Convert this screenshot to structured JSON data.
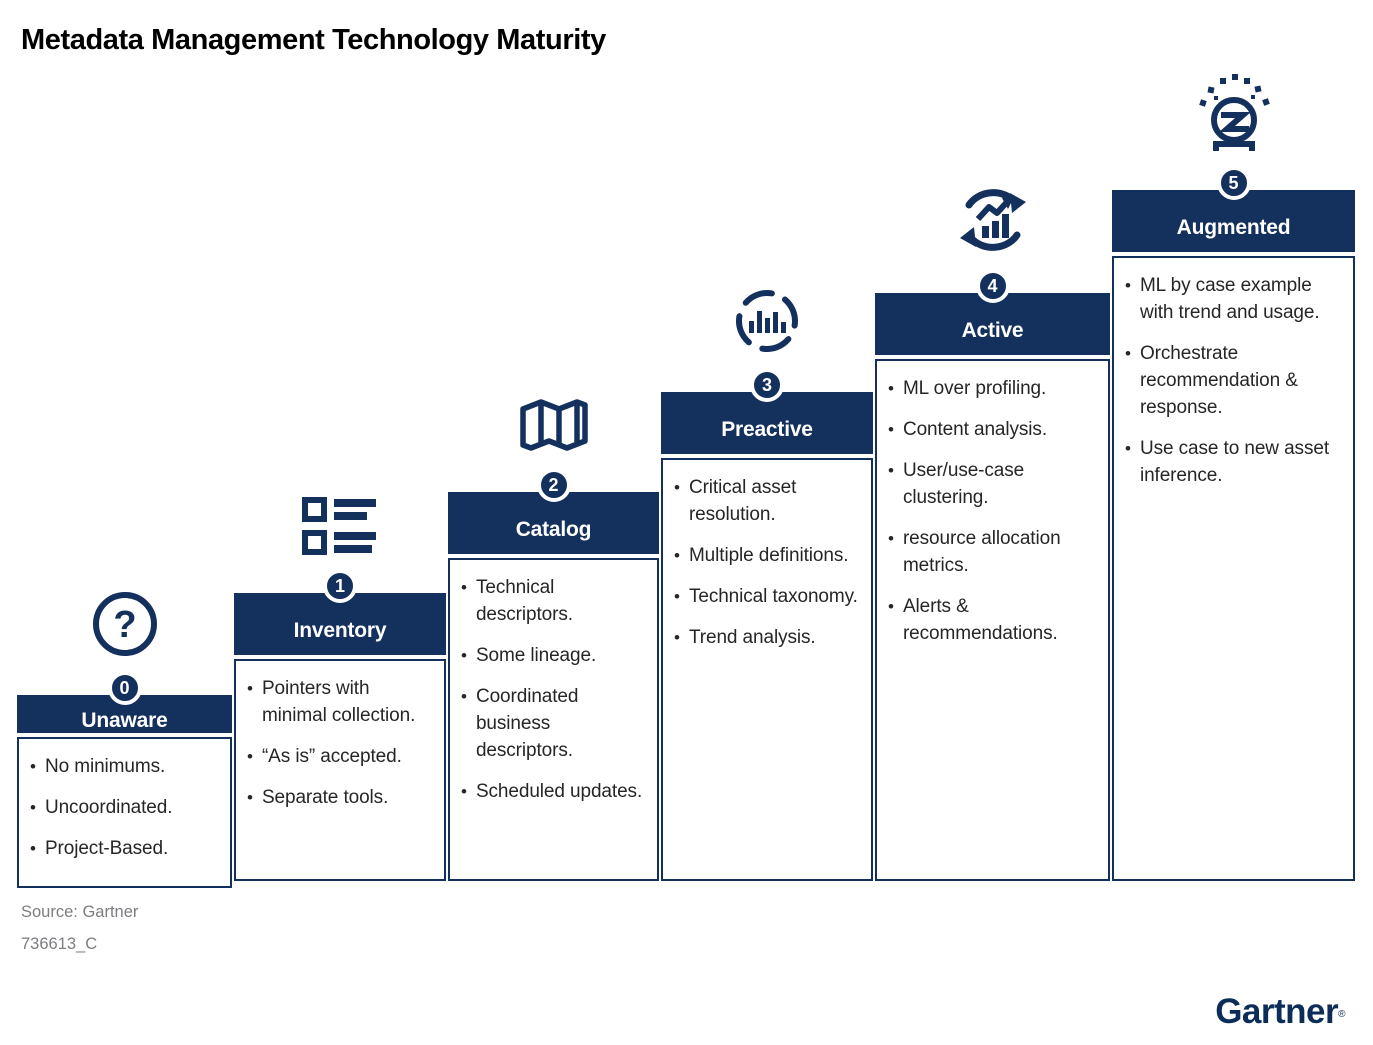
{
  "title": "Metadata Management Technology Maturity",
  "colors": {
    "navy": "#14315e",
    "body_text": "#262626",
    "footer_gray": "#7b7d80",
    "logo_navy": "#0b2d58"
  },
  "stages": [
    {
      "number": "0",
      "name": "Unaware",
      "icon": "question-icon",
      "bullets": [
        "No minimums.",
        "Uncoordinated.",
        "Project-Based."
      ]
    },
    {
      "number": "1",
      "name": "Inventory",
      "icon": "list-icon",
      "bullets": [
        "Pointers with minimal collection.",
        "“As is” accepted.",
        "Separate tools."
      ]
    },
    {
      "number": "2",
      "name": "Catalog",
      "icon": "map-icon",
      "bullets": [
        "Technical descriptors.",
        "Some lineage.",
        "Coordinated business descriptors.",
        "Scheduled updates."
      ]
    },
    {
      "number": "3",
      "name": "Preactive",
      "icon": "chart-circle-icon",
      "bullets": [
        "Critical asset resolution.",
        "Multiple definitions.",
        "Technical taxonomy.",
        "Trend analysis."
      ]
    },
    {
      "number": "4",
      "name": "Active",
      "icon": "chart-cycle-icon",
      "bullets": [
        "ML over profiling.",
        "Content analysis.",
        "User/use-case clustering.",
        "resource allocation metrics.",
        "Alerts & recommendations."
      ]
    },
    {
      "number": "5",
      "name": "Augmented",
      "icon": "augmented-intelligence-icon",
      "bullets": [
        "ML by case example with trend and usage.",
        "Orchestrate recommendation & response.",
        "Use case to new asset inference."
      ]
    }
  ],
  "footer": {
    "source": "Source: Gartner",
    "code": "736613_C",
    "logo": "Gartner",
    "registered": "®"
  }
}
